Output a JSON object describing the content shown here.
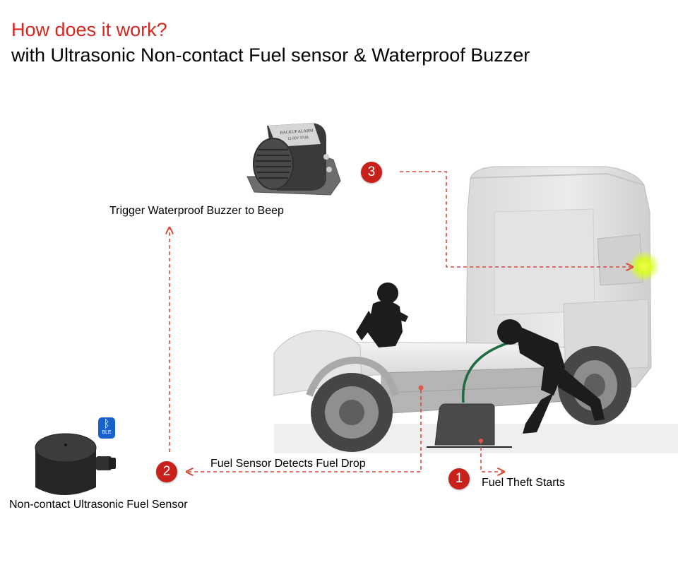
{
  "heading": {
    "title": "How does it work?",
    "subtitle": "with Ultrasonic Non-contact Fuel sensor & Waterproof Buzzer"
  },
  "steps": [
    {
      "number": "1",
      "label": "Fuel Theft Starts"
    },
    {
      "number": "2",
      "label": "Fuel Sensor Detects Fuel Drop"
    },
    {
      "number": "3",
      "label": "Trigger Waterproof Buzzer to Beep"
    }
  ],
  "devices": {
    "sensor_label": "Non-contact Ultrasonic Fuel Sensor",
    "buzzer_text": [
      "BACKUP ALARM",
      "12-80V 97dB"
    ],
    "ble_badge": "BLE",
    "ble_icon": "bluetooth-icon"
  },
  "colors": {
    "title": "#d9261c",
    "step_badge": "#c8201a",
    "arrow": "#d84b3a",
    "light_signal": "#d8ff1a",
    "ble_badge": "#1763c9"
  }
}
